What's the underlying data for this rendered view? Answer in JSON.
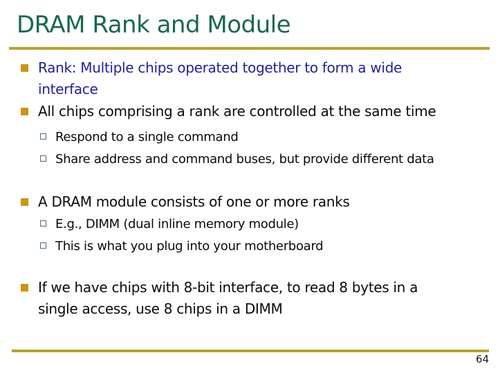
{
  "slide": {
    "title": "DRAM Rank and Module",
    "page_number": "64",
    "colors": {
      "title_text": "#17694b",
      "rule": "#b5a22b",
      "level1_bullet_square": "#c7980f",
      "level2_bullet_outline": "#4e7055",
      "emphasis_text": "#21219b",
      "body_text": "#0a0a0a",
      "background": "#ffffff"
    },
    "bullets": [
      {
        "level": 1,
        "emphasis": true,
        "text": "Rank: Multiple chips operated together to form a wide\ninterface"
      },
      {
        "level": 1,
        "emphasis": false,
        "text": "All chips comprising a rank are controlled at the same time"
      },
      {
        "level": 2,
        "emphasis": false,
        "text": "Respond to a single command"
      },
      {
        "level": 2,
        "emphasis": false,
        "text": "Share address and command buses, but provide different data"
      },
      {
        "level": 1,
        "emphasis": false,
        "text": "A DRAM module consists of one or more ranks"
      },
      {
        "level": 2,
        "emphasis": false,
        "text": "E.g., DIMM (dual inline memory module)"
      },
      {
        "level": 2,
        "emphasis": false,
        "text": "This is what you plug into your motherboard"
      },
      {
        "level": 1,
        "emphasis": false,
        "text": "If we have chips with 8-bit interface, to read 8 bytes in a\nsingle access, use 8 chips in a DIMM"
      }
    ]
  }
}
